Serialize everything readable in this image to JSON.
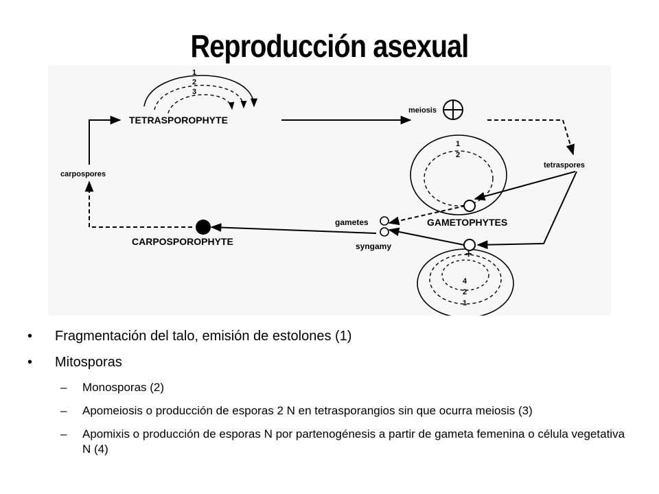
{
  "title": "Reproducción asexual",
  "diagram": {
    "labels": {
      "tetrasporophyte": "TETRASPOROPHYTE",
      "meiosis": "meiosis",
      "tetraspores": "tetraspores",
      "gametophytes": "GAMETOPHYTES",
      "gametes": "gametes",
      "syngamy": "syngamy",
      "carposporophyte": "CARPOSPOROPHYTE",
      "carpospores": "carpospores"
    },
    "top_loop_numbers": [
      "1",
      "2",
      "3"
    ],
    "upper_loop_numbers": [
      "1",
      "2"
    ],
    "lower_loop_numbers": [
      "4",
      "2",
      "1"
    ],
    "symbols": {
      "plus": "+"
    }
  },
  "bullets": [
    {
      "text": "Fragmentación del talo, emisión de estolones (1)"
    },
    {
      "text": "Mitosporas",
      "sub": [
        {
          "text": "Monosporas (2)"
        },
        {
          "text": "Apomeiosis o producción de esporas 2 N en tetrasporangios sin que ocurra meiosis (3)"
        },
        {
          "text": "Apomixis o producción de esporas N por partenogénesis a partir de gameta femenina o célula vegetativa N (4)"
        }
      ]
    }
  ]
}
